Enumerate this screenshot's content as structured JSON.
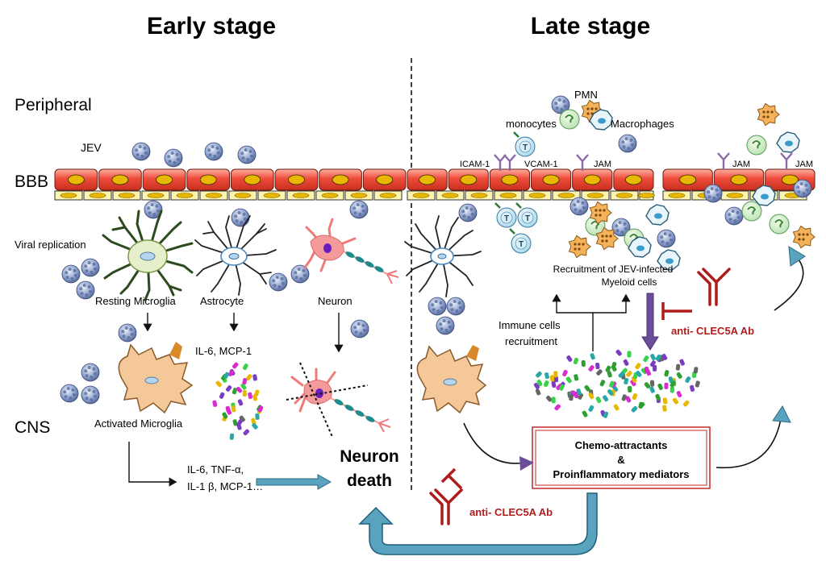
{
  "headings": {
    "early": "Early stage",
    "late": "Late stage"
  },
  "regions": {
    "peripheral": "Peripheral",
    "bbb": "BBB",
    "cns": "CNS"
  },
  "early": {
    "jev": "JEV",
    "viral_replication": "Viral replication",
    "resting_microglia": "Resting Microglia",
    "astrocyte": "Astrocyte",
    "neuron": "Neuron",
    "cytokines_astro": "IL-6, MCP-1",
    "activated_microglia": "Activated  Microglia",
    "cytokines_line1": "IL-6, TNF-α,",
    "cytokines_line2": "IL-1 β, MCP-1…",
    "neuron_death_line1": "Neuron",
    "neuron_death_line2": "death"
  },
  "late": {
    "pmn": "PMN",
    "monocytes": "monocytes",
    "macrophages": "Macrophages",
    "icam": "ICAM-1",
    "vcam": "VCAM-1",
    "jam": "JAM",
    "t_cell": "T",
    "recruitment_line1": "Recruitment of JEV-infected",
    "recruitment_line2": "Myeloid cells",
    "immune_line1": "Immune cells",
    "immune_line2": "recruitment",
    "box_line1": "Chemo-attractants",
    "box_line2": "&",
    "box_line3": "Proinflammatory mediators",
    "antibody": "anti- CLEC5A Ab"
  },
  "colors": {
    "endothelial": "#ee4a3a",
    "basement": "#fbf3b0",
    "nucleus": "#e8b800",
    "virus": "#8a9fcd",
    "microglia": "#f2c48a",
    "antibody": "#b01c1c",
    "flow_arrow": "#5aa3bf",
    "purple_arrow": "#6b4d99",
    "box_border": "#c0282b"
  }
}
